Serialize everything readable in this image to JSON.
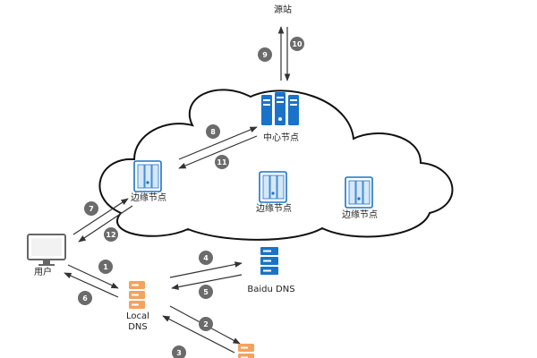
{
  "nodes": {
    "source": "源站",
    "center": "中心节点",
    "edge_1": "边缘节点",
    "edge_2": "边缘节点",
    "edge_3": "边缘节点",
    "user": "用户",
    "local_dns_line1": "Local",
    "local_dns_line2": "DNS",
    "baidu_dns": "Baidu DNS"
  },
  "steps": [
    "1",
    "2",
    "3",
    "4",
    "5",
    "6",
    "7",
    "8",
    "9",
    "10",
    "11",
    "12"
  ],
  "colors": {
    "server_blue": "#1a73c8",
    "server_light_blue": "#bcd9f3",
    "dns_orange": "#f4a25c",
    "step_circle": "#6b6b6b",
    "arrow": "#333333",
    "cloud_stroke": "#111111"
  },
  "icons": {
    "source": "source-arrow",
    "center": "server-rack-icon",
    "edge": "server-rack-outline-icon",
    "user": "monitor-icon",
    "local_dns": "dns-server-icon",
    "baidu_dns": "dns-server-icon"
  }
}
